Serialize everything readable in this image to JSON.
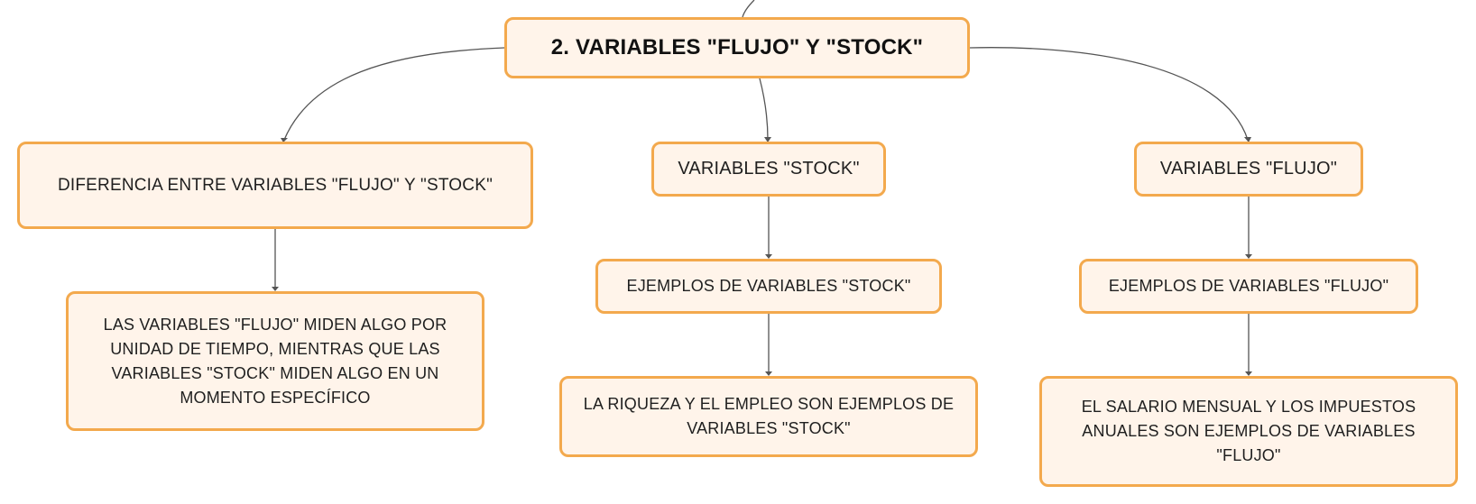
{
  "diagram": {
    "root": {
      "label": "2. VARIABLES \"FLUJO\" Y \"STOCK\""
    },
    "branches": {
      "diferencia": {
        "label": "DIFERENCIA ENTRE VARIABLES \"FLUJO\" Y \"STOCK\"",
        "detail": "LAS VARIABLES \"FLUJO\" MIDEN ALGO POR UNIDAD DE TIEMPO, MIENTRAS QUE LAS VARIABLES \"STOCK\" MIDEN ALGO EN UN MOMENTO ESPECÍFICO"
      },
      "stock": {
        "label": "VARIABLES \"STOCK\"",
        "examples_label": "EJEMPLOS DE VARIABLES \"STOCK\"",
        "examples_detail": "LA RIQUEZA Y EL EMPLEO SON EJEMPLOS DE VARIABLES \"STOCK\""
      },
      "flujo": {
        "label": "VARIABLES \"FLUJO\"",
        "examples_label": "EJEMPLOS DE VARIABLES \"FLUJO\"",
        "examples_detail": "EL SALARIO MENSUAL Y LOS IMPUESTOS ANUALES SON EJEMPLOS DE VARIABLES \"FLUJO\""
      }
    },
    "colors": {
      "node_fill": "#fff4ea",
      "node_border": "#f3a94d",
      "connector": "#555555",
      "text": "#1f1f1f"
    }
  }
}
